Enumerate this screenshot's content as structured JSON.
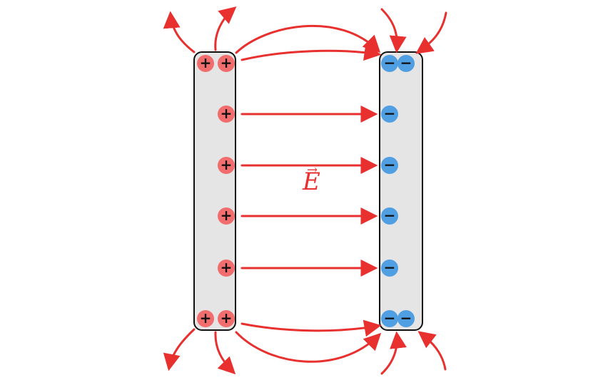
{
  "diagram": {
    "field_label": "E",
    "field_label_vector_glyph": "→",
    "positive_symbol": "+",
    "negative_symbol": "−",
    "colors": {
      "field": "#e8302f",
      "positive": "#f26d6d",
      "negative": "#4f9fe2",
      "plate_fill": "#e5e5e5",
      "plate_stroke": "#111111"
    },
    "left_plate_charges": 8,
    "right_plate_charges": 8,
    "field_lines_between_plates": 6
  }
}
